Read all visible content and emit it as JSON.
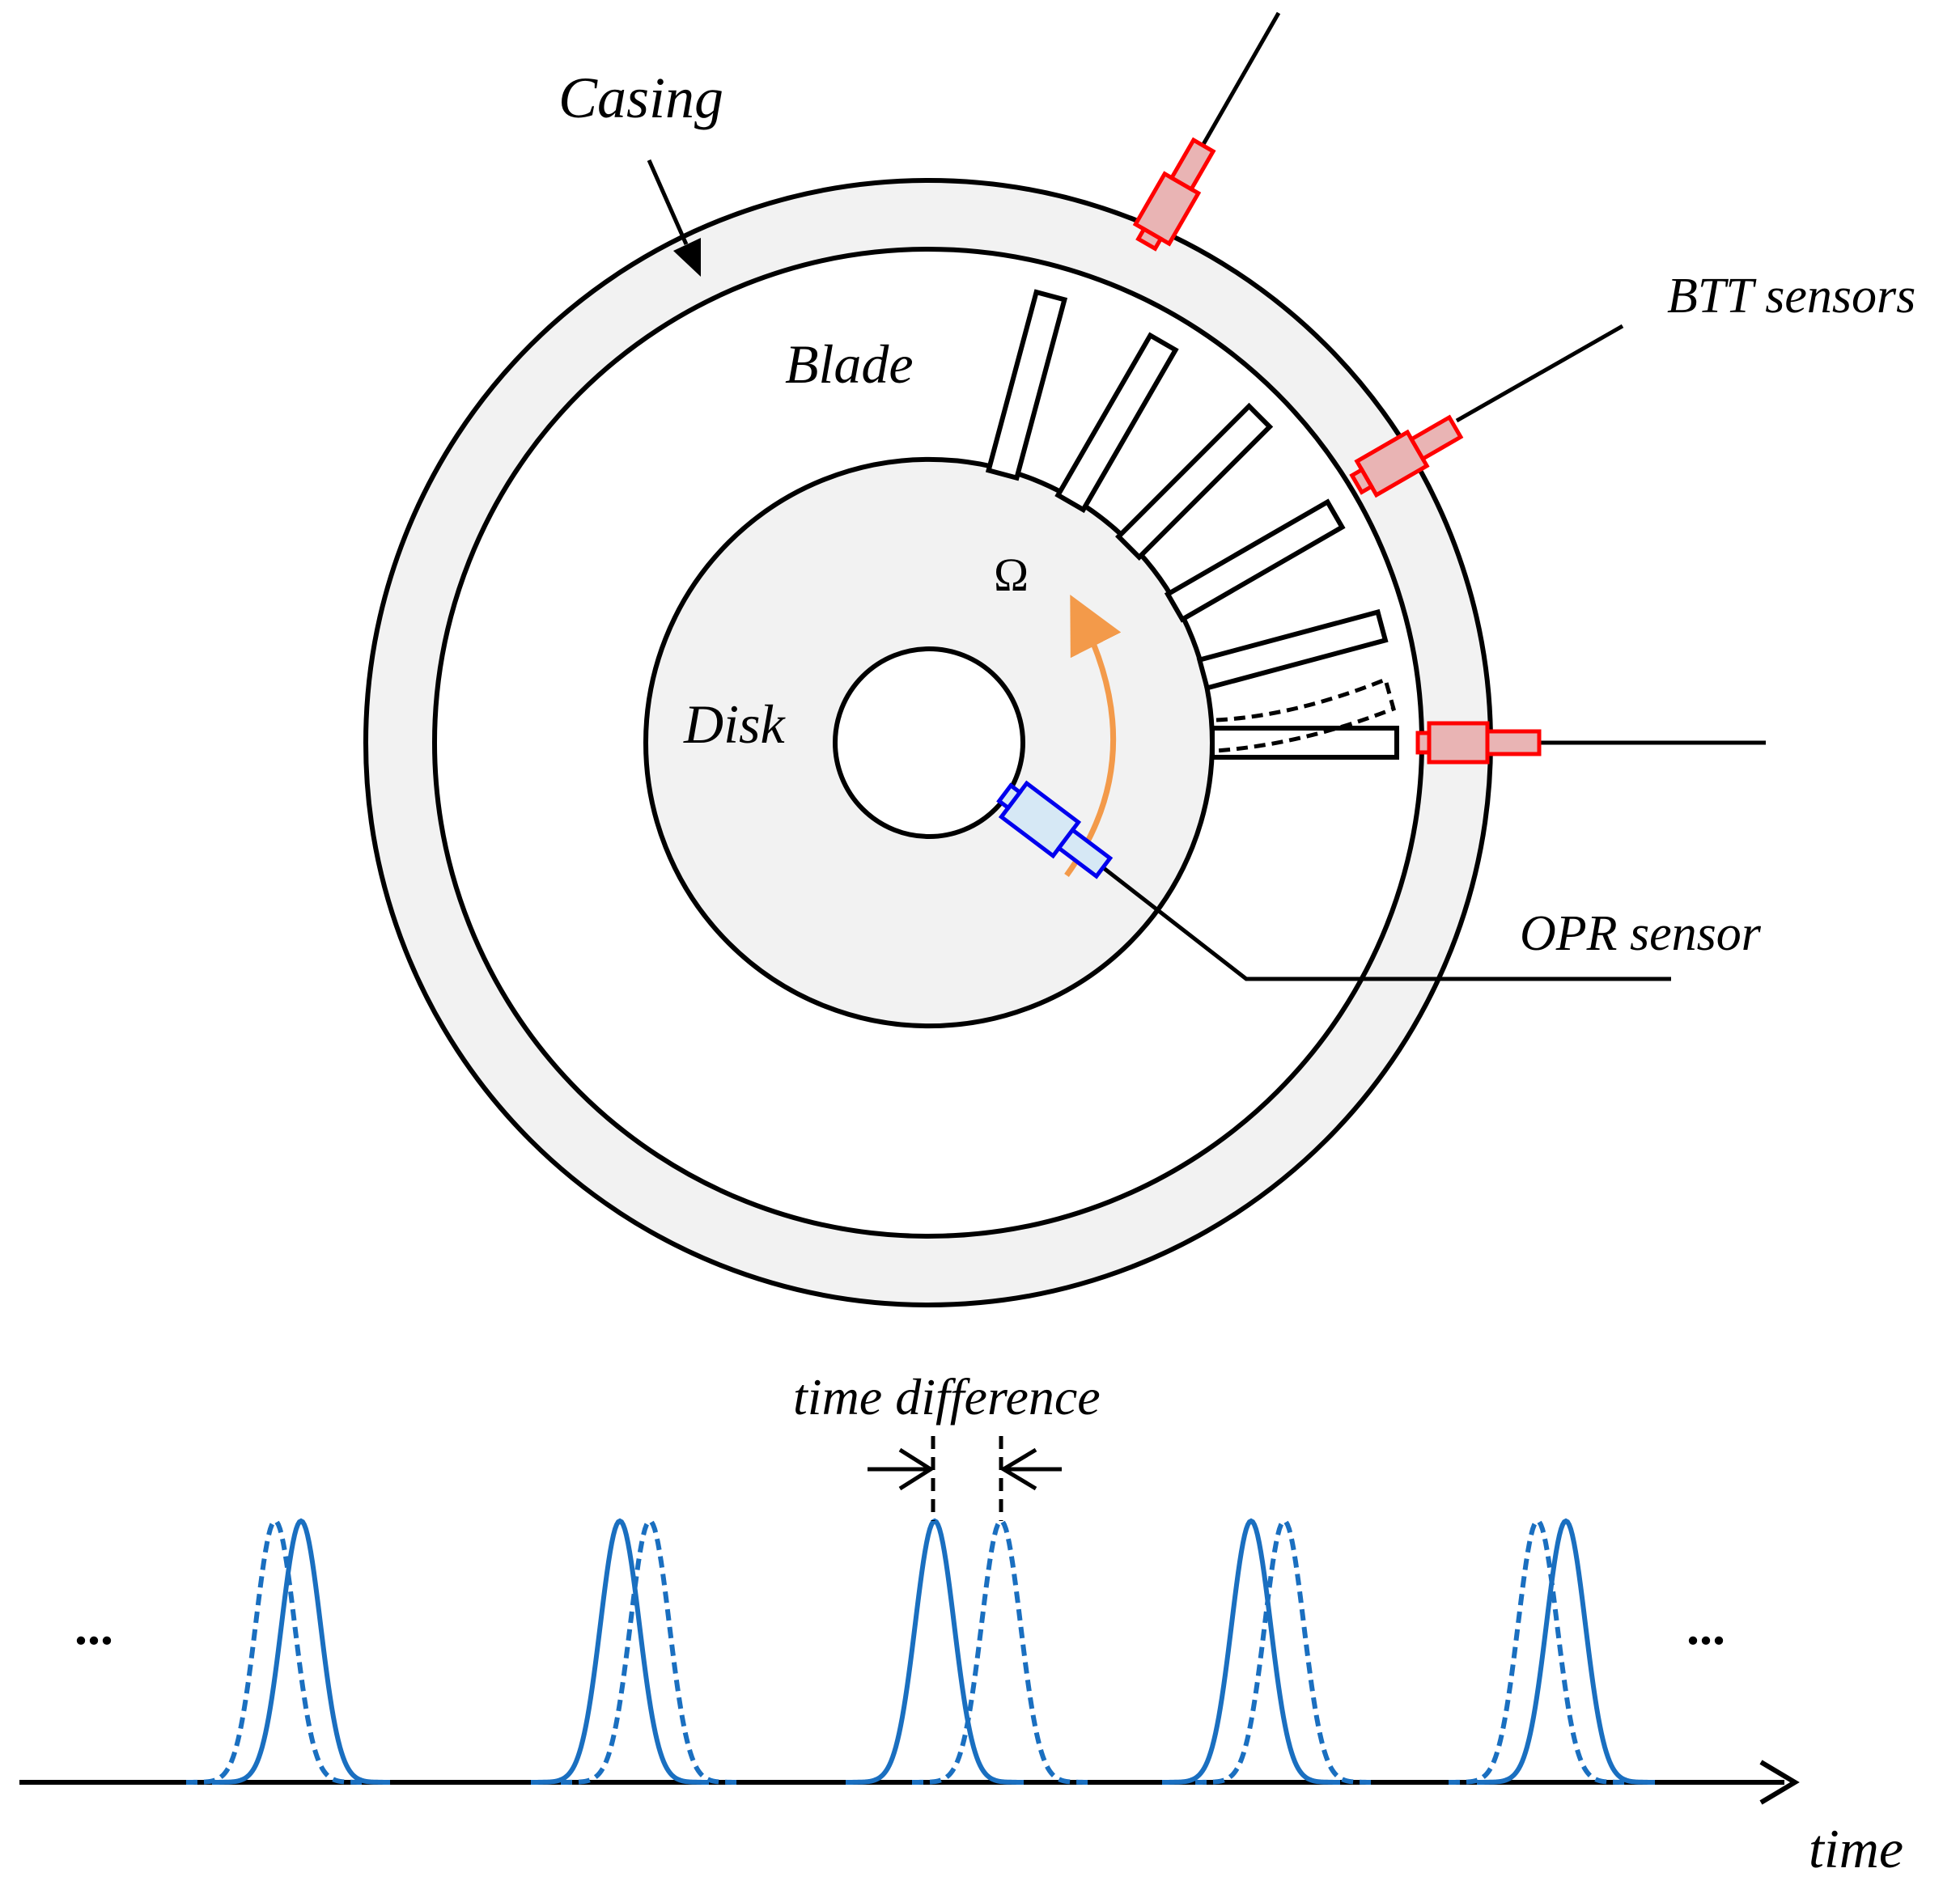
{
  "labels": {
    "casing": "Casing",
    "blade": "Blade",
    "disk": "Disk",
    "omega": "Ω",
    "btt_sensors": "BTT sensors",
    "opr_sensor": "OPR sensor",
    "time_difference": "time difference",
    "time_axis": "time",
    "ellipsis_left": "...",
    "ellipsis_right": "..."
  },
  "colors": {
    "casing_fill": "#f2f2f2",
    "disk_fill": "#f2f2f2",
    "btt_sensor_stroke": "#ff0000",
    "btt_sensor_fill": "#e9b4b4",
    "opr_sensor_stroke": "#0000ee",
    "opr_sensor_fill": "#d6e8f5",
    "rotation_arrow": "#f39a4a",
    "pulse": "#1a6fc0"
  },
  "icons": {
    "btt_sensor": "red-probe-icon",
    "opr_sensor": "blue-probe-icon"
  }
}
